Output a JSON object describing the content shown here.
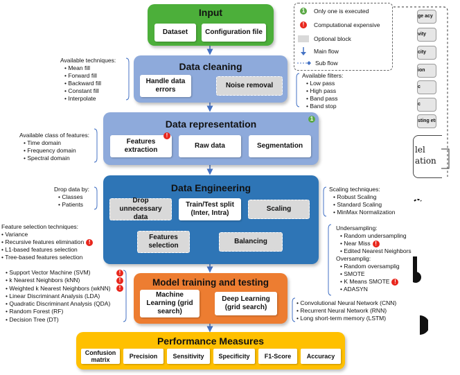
{
  "legend": {
    "only_one": "Only one is executed",
    "computational": "Computational expensive",
    "optional": "Optional block",
    "main_flow": "Main flow",
    "sub_flow": "Sub flow"
  },
  "input": {
    "title": "Input",
    "dataset": "Dataset",
    "config": "Configuration file"
  },
  "cleaning": {
    "title": "Data cleaning",
    "handle": "Handle data errors",
    "noise": "Noise removal",
    "techniques_title": "Available techniques:",
    "techniques": [
      "Mean fill",
      "Forward fill",
      "Backward fill",
      "Constant fill",
      "Interpolate"
    ],
    "filters_title": "Available filters:",
    "filters": [
      "Low pass",
      "High pass",
      "Band pass",
      "Band stop"
    ]
  },
  "representation": {
    "title": "Data representation",
    "features": "Features extraction",
    "raw": "Raw data",
    "segmentation": "Segmentation",
    "classes_title": "Available class of features:",
    "classes": [
      "Time domain",
      "Frequency domain",
      "Spectral domain"
    ]
  },
  "engineering": {
    "title": "Data Engineering",
    "drop": "Drop unnecessary data",
    "split": "Train/Test split (Inter, Intra)",
    "scaling": "Scaling",
    "feat_sel": "Features selection",
    "balancing": "Balancing",
    "drop_title": "Drop data by:",
    "drop_items": [
      "Classes",
      "Patients"
    ],
    "scaling_title": "Scaling techniques:",
    "scaling_items": [
      "Robust Scaling",
      "Standard Scaling",
      "MinMax Normalization"
    ],
    "fs_title": "Feature selection techniques:",
    "fs_items": [
      "Variance",
      "Recursive features elimination",
      "L1-based features selection",
      "Tree-based features selection"
    ],
    "under_title": "Undersampling:",
    "under_items": [
      "Random undersampling",
      "Near Miss",
      "Edited Nearest Neighbors"
    ],
    "over_title": "Oversamplig:",
    "over_items": [
      "Random oversamplig",
      "SMOTE",
      "K Means SMOTE",
      "ADASYN"
    ]
  },
  "model": {
    "title": "Model training and testing",
    "ml": "Machine Learning (grid search)",
    "dl": "Deep Learning (grid search)",
    "ml_items": [
      "Support Vector Machine (SVM)",
      "k Nearest Neighbors (kNN)",
      "Weighted k Nearest Neighbors (wkNN)",
      "Linear Discriminant Analysis (LDA)",
      "Quadratic Discriminant Analysis (QDA)",
      "Random Forest (RF)",
      "Decision Tree (DT)"
    ],
    "dl_items": [
      "Convolutional Neural  Network (CNN)",
      "Recurrent Neural  Network (RNN)",
      "Long short-term memory (LSTM)"
    ]
  },
  "performance": {
    "title": "Performance Measures",
    "items": [
      "Confusion matrix",
      "Precision",
      "Sensitivity",
      "Specificity",
      "F1-Score",
      "Accuracy"
    ]
  },
  "badges": {
    "one": "1",
    "bang": "!"
  },
  "side": {
    "items": [
      "ge acy",
      "vity",
      "city",
      "ion",
      "c",
      "c",
      "sting ets"
    ],
    "model_label": "lel ation"
  },
  "colors": {
    "input": "#4caf3a",
    "stage_blue": "#8eaadb",
    "engineering": "#2e75b6",
    "model": "#ed7d31",
    "performance": "#ffc000",
    "arrow": "#4472c4"
  }
}
